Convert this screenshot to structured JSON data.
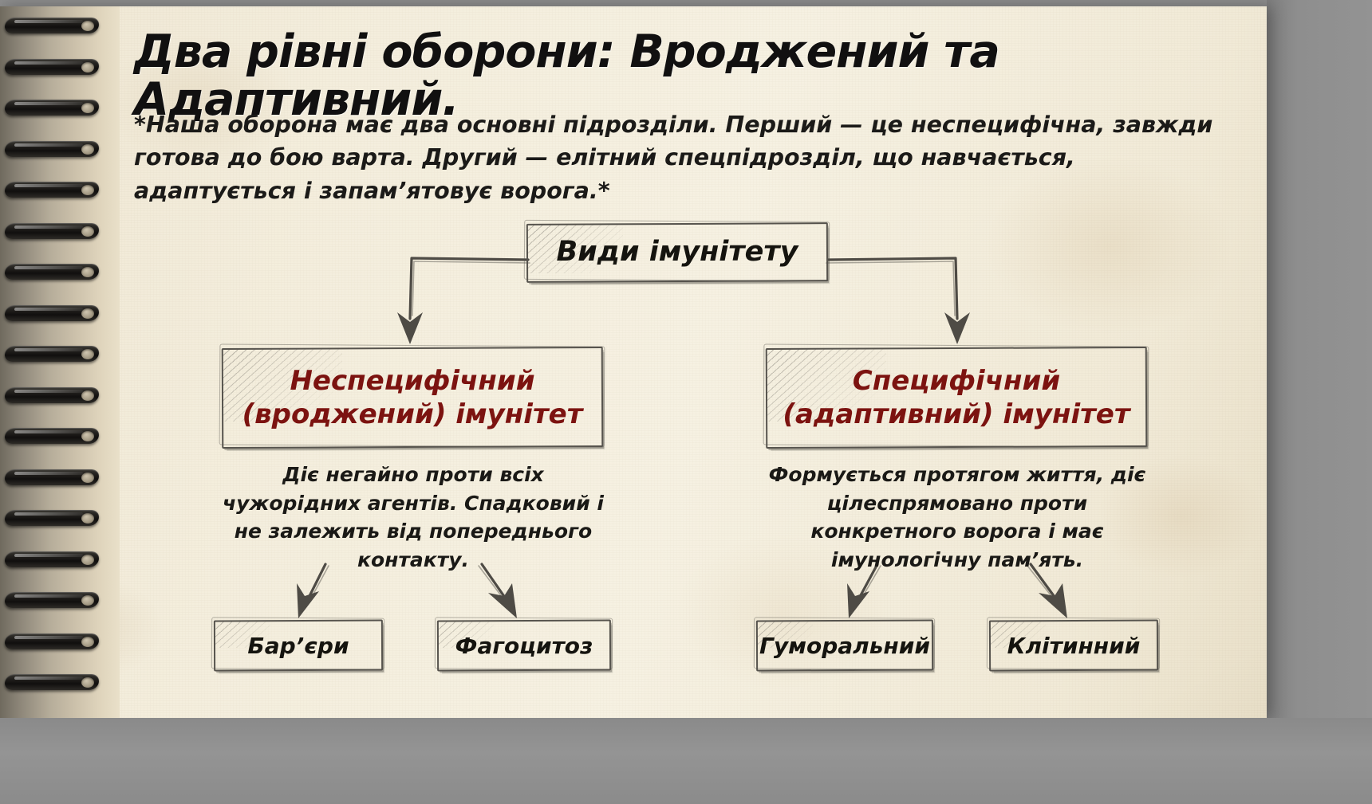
{
  "page": {
    "title": "Два рівні оборони: Вроджений та Адаптивний.",
    "subtitle": "*Наша оборона має два основні підрозділи. Перший — це неспецифічна, завжди готова до бою варта. Другий — елітний спецпідрозділ, що навчається, адаптується і запам’ятовує ворога.*"
  },
  "diagram": {
    "root": {
      "label": "Види імунітету"
    },
    "branches": [
      {
        "id": "innate",
        "title": "Неспецифічний\n(вроджений) імунітет",
        "title_line1": "Неспецифічний",
        "title_line2": "(вроджений) імунітет",
        "description": "Діє негайно проти всіх чужорідних агентів. Спадковий і не залежить від попереднього контакту.",
        "children": [
          {
            "id": "barriers",
            "label": "Бар’єри"
          },
          {
            "id": "phagocytosis",
            "label": "Фагоцитоз"
          }
        ]
      },
      {
        "id": "adaptive",
        "title": "Специфічний\n(адаптивний) імунітет",
        "title_line1": "Специфічний",
        "title_line2": "(адаптивний) імунітет",
        "description": "Формується протягом життя, діє цілеспрямовано проти конкретного ворога і має імунологічну пам’ять.",
        "children": [
          {
            "id": "humoral",
            "label": "Гуморальний"
          },
          {
            "id": "cellular",
            "label": "Клітинний"
          }
        ]
      }
    ]
  },
  "colors": {
    "paper": "#f4eedd",
    "ink": "#15140f",
    "accent_red": "#7c1310",
    "pencil": "#4e4b45",
    "desk": "#8d8d8d",
    "binding_dark": "#100f0e"
  },
  "icons": {
    "spiral_binding": "spiral-binding-icon",
    "arrow_down": "arrow-down-icon"
  }
}
